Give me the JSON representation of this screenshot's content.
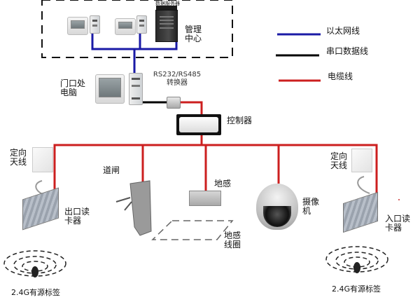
{
  "legend": {
    "items": [
      {
        "label": "以太网线",
        "color": "#1a1aa6"
      },
      {
        "label": "串口数据线",
        "color": "#000000"
      },
      {
        "label": "电缆线",
        "color": "#cc1f1f"
      }
    ]
  },
  "management": {
    "label": "管理\n中心",
    "server_tag": "数据服务器"
  },
  "door_pc": {
    "label": "门口处\n电脑"
  },
  "converter": {
    "label_line1": "RS232/RS485",
    "label_line2": "转换器"
  },
  "controller": {
    "label": "控制器"
  },
  "devices": {
    "left_antenna": "定向\n天线",
    "right_antenna": "定向\n天线",
    "gate": "道闸",
    "ground_sensor": "地感",
    "camera": "摄像\n机",
    "exit_reader": "出口读\n卡器",
    "entry_reader": "入口读\n卡器",
    "ground_coil": "地感\n线圈",
    "left_tag": "2.4G有源标签",
    "right_tag": "2.4G有源标签"
  },
  "colors": {
    "ethernet": "#1a1aa6",
    "serial": "#000000",
    "cable": "#cc1f1f",
    "dashed_border": "#111111"
  }
}
